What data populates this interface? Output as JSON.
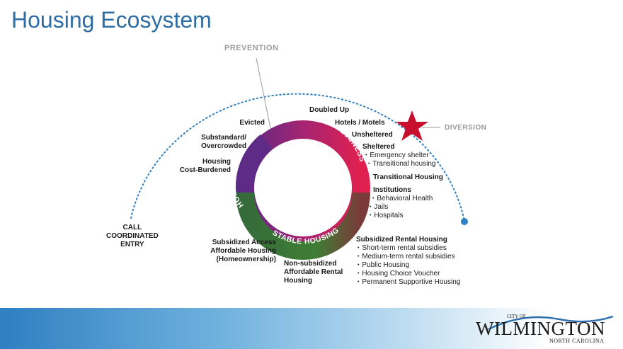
{
  "title": "Housing Ecosystem",
  "colors": {
    "title": "#2d6da3",
    "instability": "#6b2a83",
    "homelessness": "#d81b5a",
    "stable": "#3a7a33",
    "arc_dots": "#2f7fc1",
    "star": "#c8102e"
  },
  "ring": {
    "instability": "HOUSING INSTABILITY",
    "homelessness": "HOMELESSNESS",
    "stable": "STABLE HOUSING"
  },
  "arc_labels": {
    "prevention": "PREVENTION",
    "diversion": "DIVERSION",
    "call_entry": [
      "CALL",
      "COORDINATED",
      "ENTRY"
    ]
  },
  "instability_items": {
    "evicted": "Evicted",
    "substandard": [
      "Substandard/",
      "Overcrowded"
    ],
    "cost_burdened": [
      "Housing",
      "Cost-Burdened"
    ]
  },
  "homelessness_items": {
    "doubled_up": "Doubled Up",
    "hotels": "Hotels / Motels",
    "unsheltered": "Unsheltered",
    "sheltered": "Sheltered",
    "sheltered_list": [
      "Emergency shelter",
      "Transitional housing"
    ],
    "transitional": "Transitional Housing",
    "institutions": "Institutions",
    "institutions_list": [
      "Behavioral Health",
      "Jails",
      "Hospitals"
    ]
  },
  "stable_items": {
    "subsidized_access": [
      "Subsidized Access",
      "Affordable Housing",
      "(Homeownership)"
    ],
    "non_subsidized": [
      "Non-subsidized",
      "Affordable Rental",
      "Housing"
    ],
    "subsidized_rental": "Subsidized Rental Housing",
    "subsidized_rental_list": [
      "Short-term rental subsidies",
      "Medium-term rental subsidies",
      "Public Housing",
      "Housing Choice Voucher",
      "Permanent Supportive Housing"
    ]
  },
  "logo": {
    "city_of": "CITY OF",
    "name": "WILMINGTON",
    "state": "NORTH CAROLINA"
  }
}
